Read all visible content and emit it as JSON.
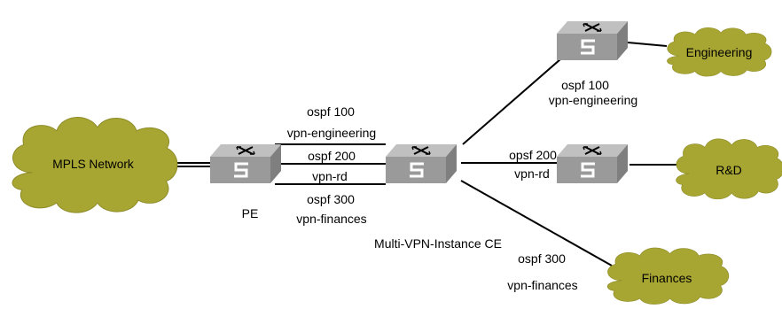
{
  "colors": {
    "cloud": "#a8a632",
    "cloud_edge": "#8d8b28",
    "switch_top": "#c0c0c0",
    "switch_side": "#7f7f7f",
    "switch_front": "#9a9a9a",
    "link": "#000000"
  },
  "icons": [
    "cloud-icon",
    "switch-icon"
  ],
  "clouds": {
    "mpls": "MPLS Network",
    "engineering": "Engineering",
    "rd": "R&D",
    "finances": "Finances"
  },
  "devices": {
    "pe": "PE",
    "ce": "Multi-VPN-Instance CE"
  },
  "links": {
    "pe_ce_1": {
      "process": "ospf 100",
      "vpn": "vpn-engineering"
    },
    "pe_ce_2": {
      "process": "ospf 200",
      "vpn": "vpn-rd"
    },
    "pe_ce_3": {
      "process": "ospf 300",
      "vpn": "vpn-finances"
    },
    "ce_engineering": {
      "process": "ospf 100",
      "vpn": "vpn-engineering"
    },
    "ce_rd": {
      "process": "opsf 200",
      "vpn": "vpn-rd"
    },
    "ce_finances": {
      "process": "ospf 300",
      "vpn": "vpn-finances"
    }
  }
}
